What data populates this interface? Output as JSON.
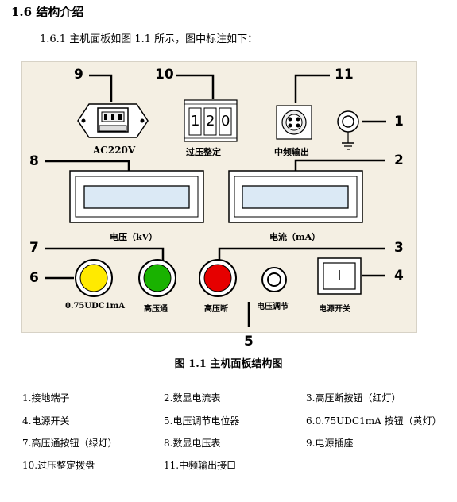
{
  "header": {
    "section_title": "1.6  结构介绍",
    "subtitle": "1.6.1 主机面板如图 1.1 所示，图中标注如下："
  },
  "panel": {
    "socket_label": "AC220V",
    "dial_label": "过压整定",
    "dial_digits": [
      "1",
      "2",
      "0"
    ],
    "mf_output_label": "中频输出",
    "voltmeter_label": "电压（kV）",
    "ammeter_label": "电流（mA）",
    "yellow_button_label": "0.75UDC1mA",
    "green_button_label": "高压通",
    "red_button_label": "高压断",
    "pot_label": "电压调节",
    "power_switch_label": "电源开关",
    "callouts": [
      "1",
      "2",
      "3",
      "4",
      "5",
      "6",
      "7",
      "8",
      "9",
      "10",
      "11"
    ],
    "colors": {
      "yellow": "#ffea00",
      "green": "#19b200",
      "red": "#e60000",
      "panel": "#f4efe3"
    }
  },
  "caption": "图 1.1   主机面板结构图",
  "legend": [
    "1.接地端子",
    "2.数显电流表",
    "3.高压断按钮（红灯）",
    "4.电源开关",
    "5.电压调节电位器",
    "6.0.75UDC1mA 按钮（黄灯）",
    "7.高压通按钮（绿灯）",
    "8.数显电压表",
    "9.电源插座",
    "10.过压整定拨盘",
    "11.中频输出接口"
  ]
}
